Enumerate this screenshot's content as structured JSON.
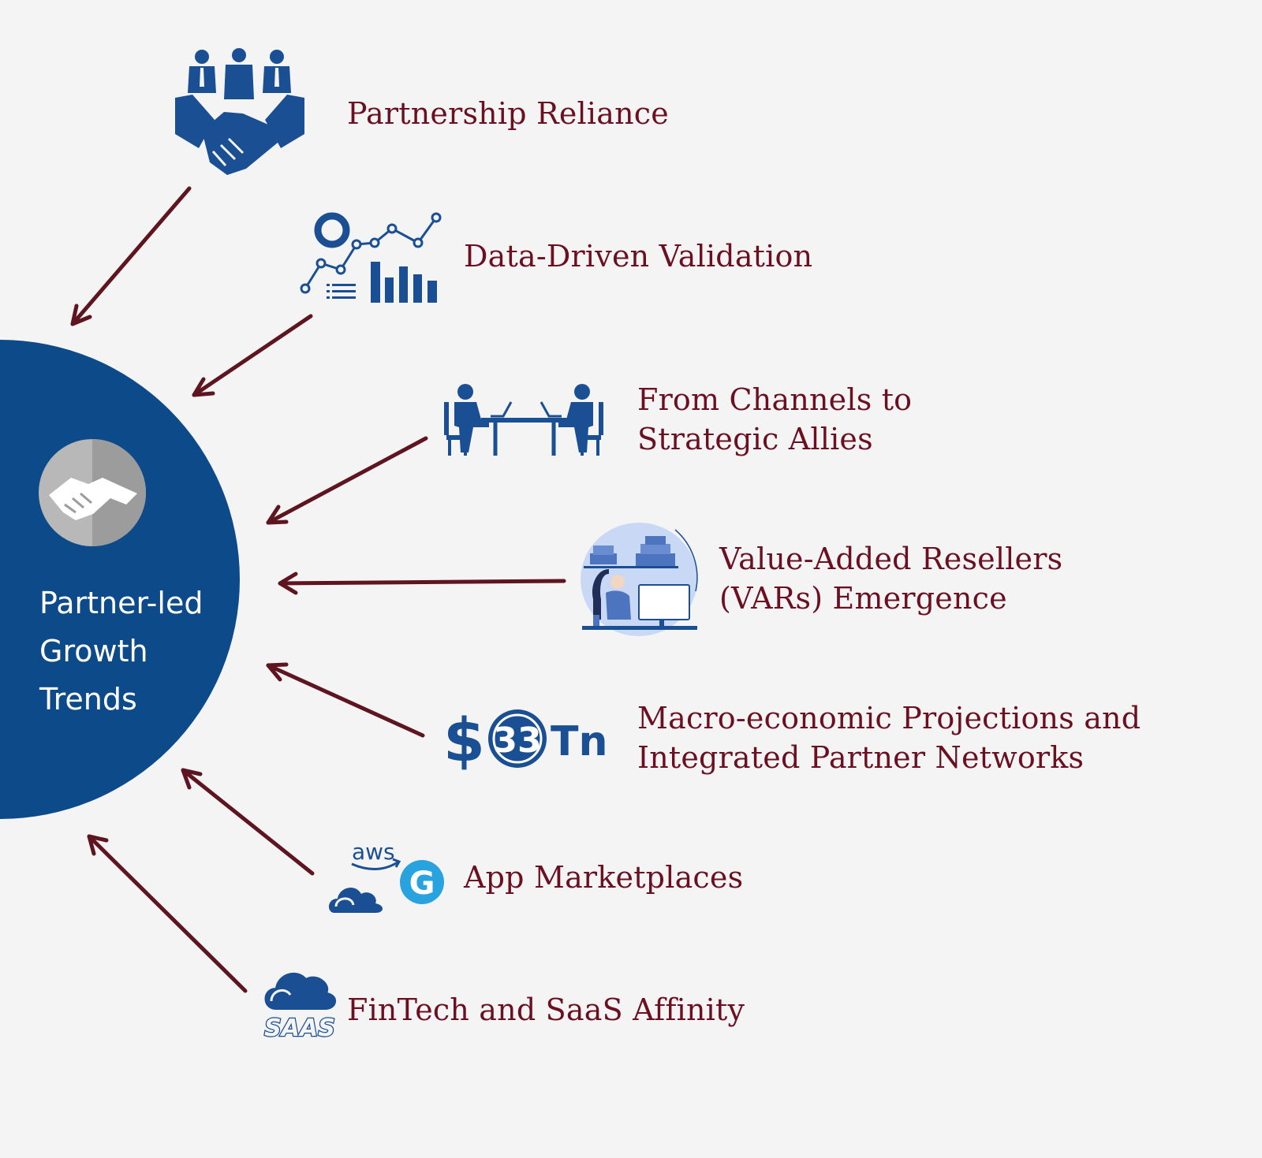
{
  "hub": {
    "line1": "Partner-led",
    "line2": "Growth",
    "line3": "Trends",
    "color": "#0d4a8a"
  },
  "colors": {
    "arrow": "#5e1520",
    "icon": "#1a4f94",
    "text": "#6b1020",
    "background": "#f4f4f5"
  },
  "items": [
    {
      "icon": "handshake-team-icon",
      "line1": "Partnership Reliance"
    },
    {
      "icon": "analytics-chart-icon",
      "line1": "Data-Driven Validation"
    },
    {
      "icon": "meeting-table-icon",
      "line1": "From Channels to",
      "line2": "Strategic Allies"
    },
    {
      "icon": "reseller-desk-icon",
      "line1": "Value-Added Resellers",
      "line2": "(VARs) Emergence"
    },
    {
      "icon": "dollar-33-trillion-icon",
      "badge": "33",
      "suffix": "Tn",
      "line1": "Macro-economic Projections and",
      "line2": "Integrated Partner Networks"
    },
    {
      "icon": "cloud-marketplace-icon",
      "aws": "aws",
      "line1": "App Marketplaces"
    },
    {
      "icon": "saas-cloud-icon",
      "saas": "SAAS",
      "line1": "FinTech and SaaS Affinity"
    }
  ]
}
